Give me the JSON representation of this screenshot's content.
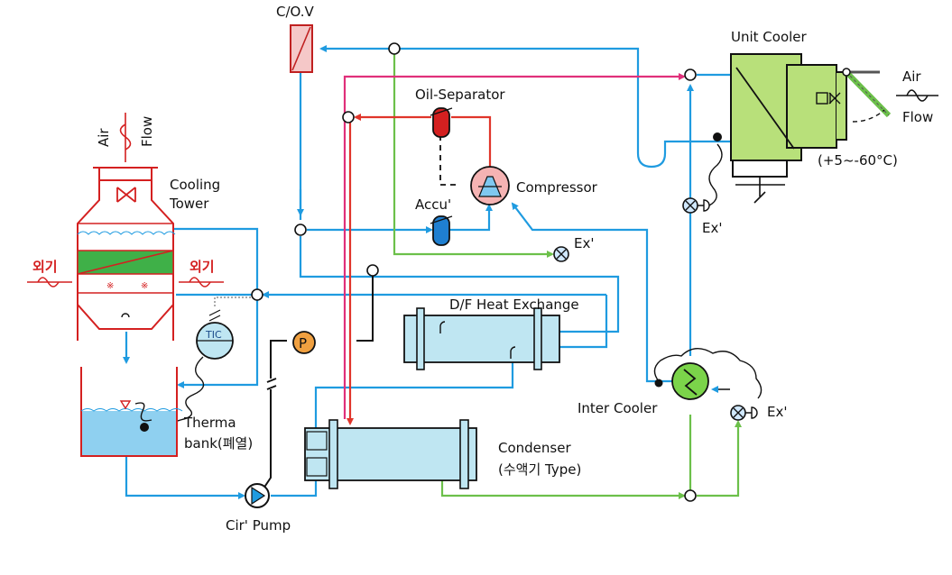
{
  "labels": {
    "cov": "C/O.V",
    "unit_cooler": "Unit Cooler",
    "air_right_1": "Air",
    "air_right_2": "Flow",
    "temp_range": "(+5~-60°C)",
    "oil_separator": "Oil-Separator",
    "compressor": "Compressor",
    "accu": "Accu'",
    "ex_1": "Ex'",
    "ex_2": "Ex'",
    "ex_3": "Ex'",
    "air_left_1": "Air",
    "air_left_2": "Flow",
    "cooling_tower_1": "Cooling",
    "cooling_tower_2": "Tower",
    "outside_air_left": "외기",
    "outside_air_right": "외기",
    "tic": "TIC",
    "pump_p": "P",
    "df_heat_exchange": "D/F Heat Exchange",
    "inter_cooler": "Inter Cooler",
    "therma_1": "Therma",
    "therma_2": "bank(폐열)",
    "condenser_1": "Condenser",
    "condenser_2": "(수액기 Type)",
    "cir_pump": "Cir' Pump"
  },
  "colors": {
    "water_line": "#1f9be0",
    "liquid_line": "#6cc04a",
    "discharge_line": "#e0352a",
    "hot_gas_line": "#e0307a",
    "cooler_body": "#b8e07a",
    "exchanger_body": "#bfe6f2",
    "tank_water": "#8fd0f0",
    "component_red": "#d42020",
    "accumulator_blue": "#1f7fd0"
  }
}
